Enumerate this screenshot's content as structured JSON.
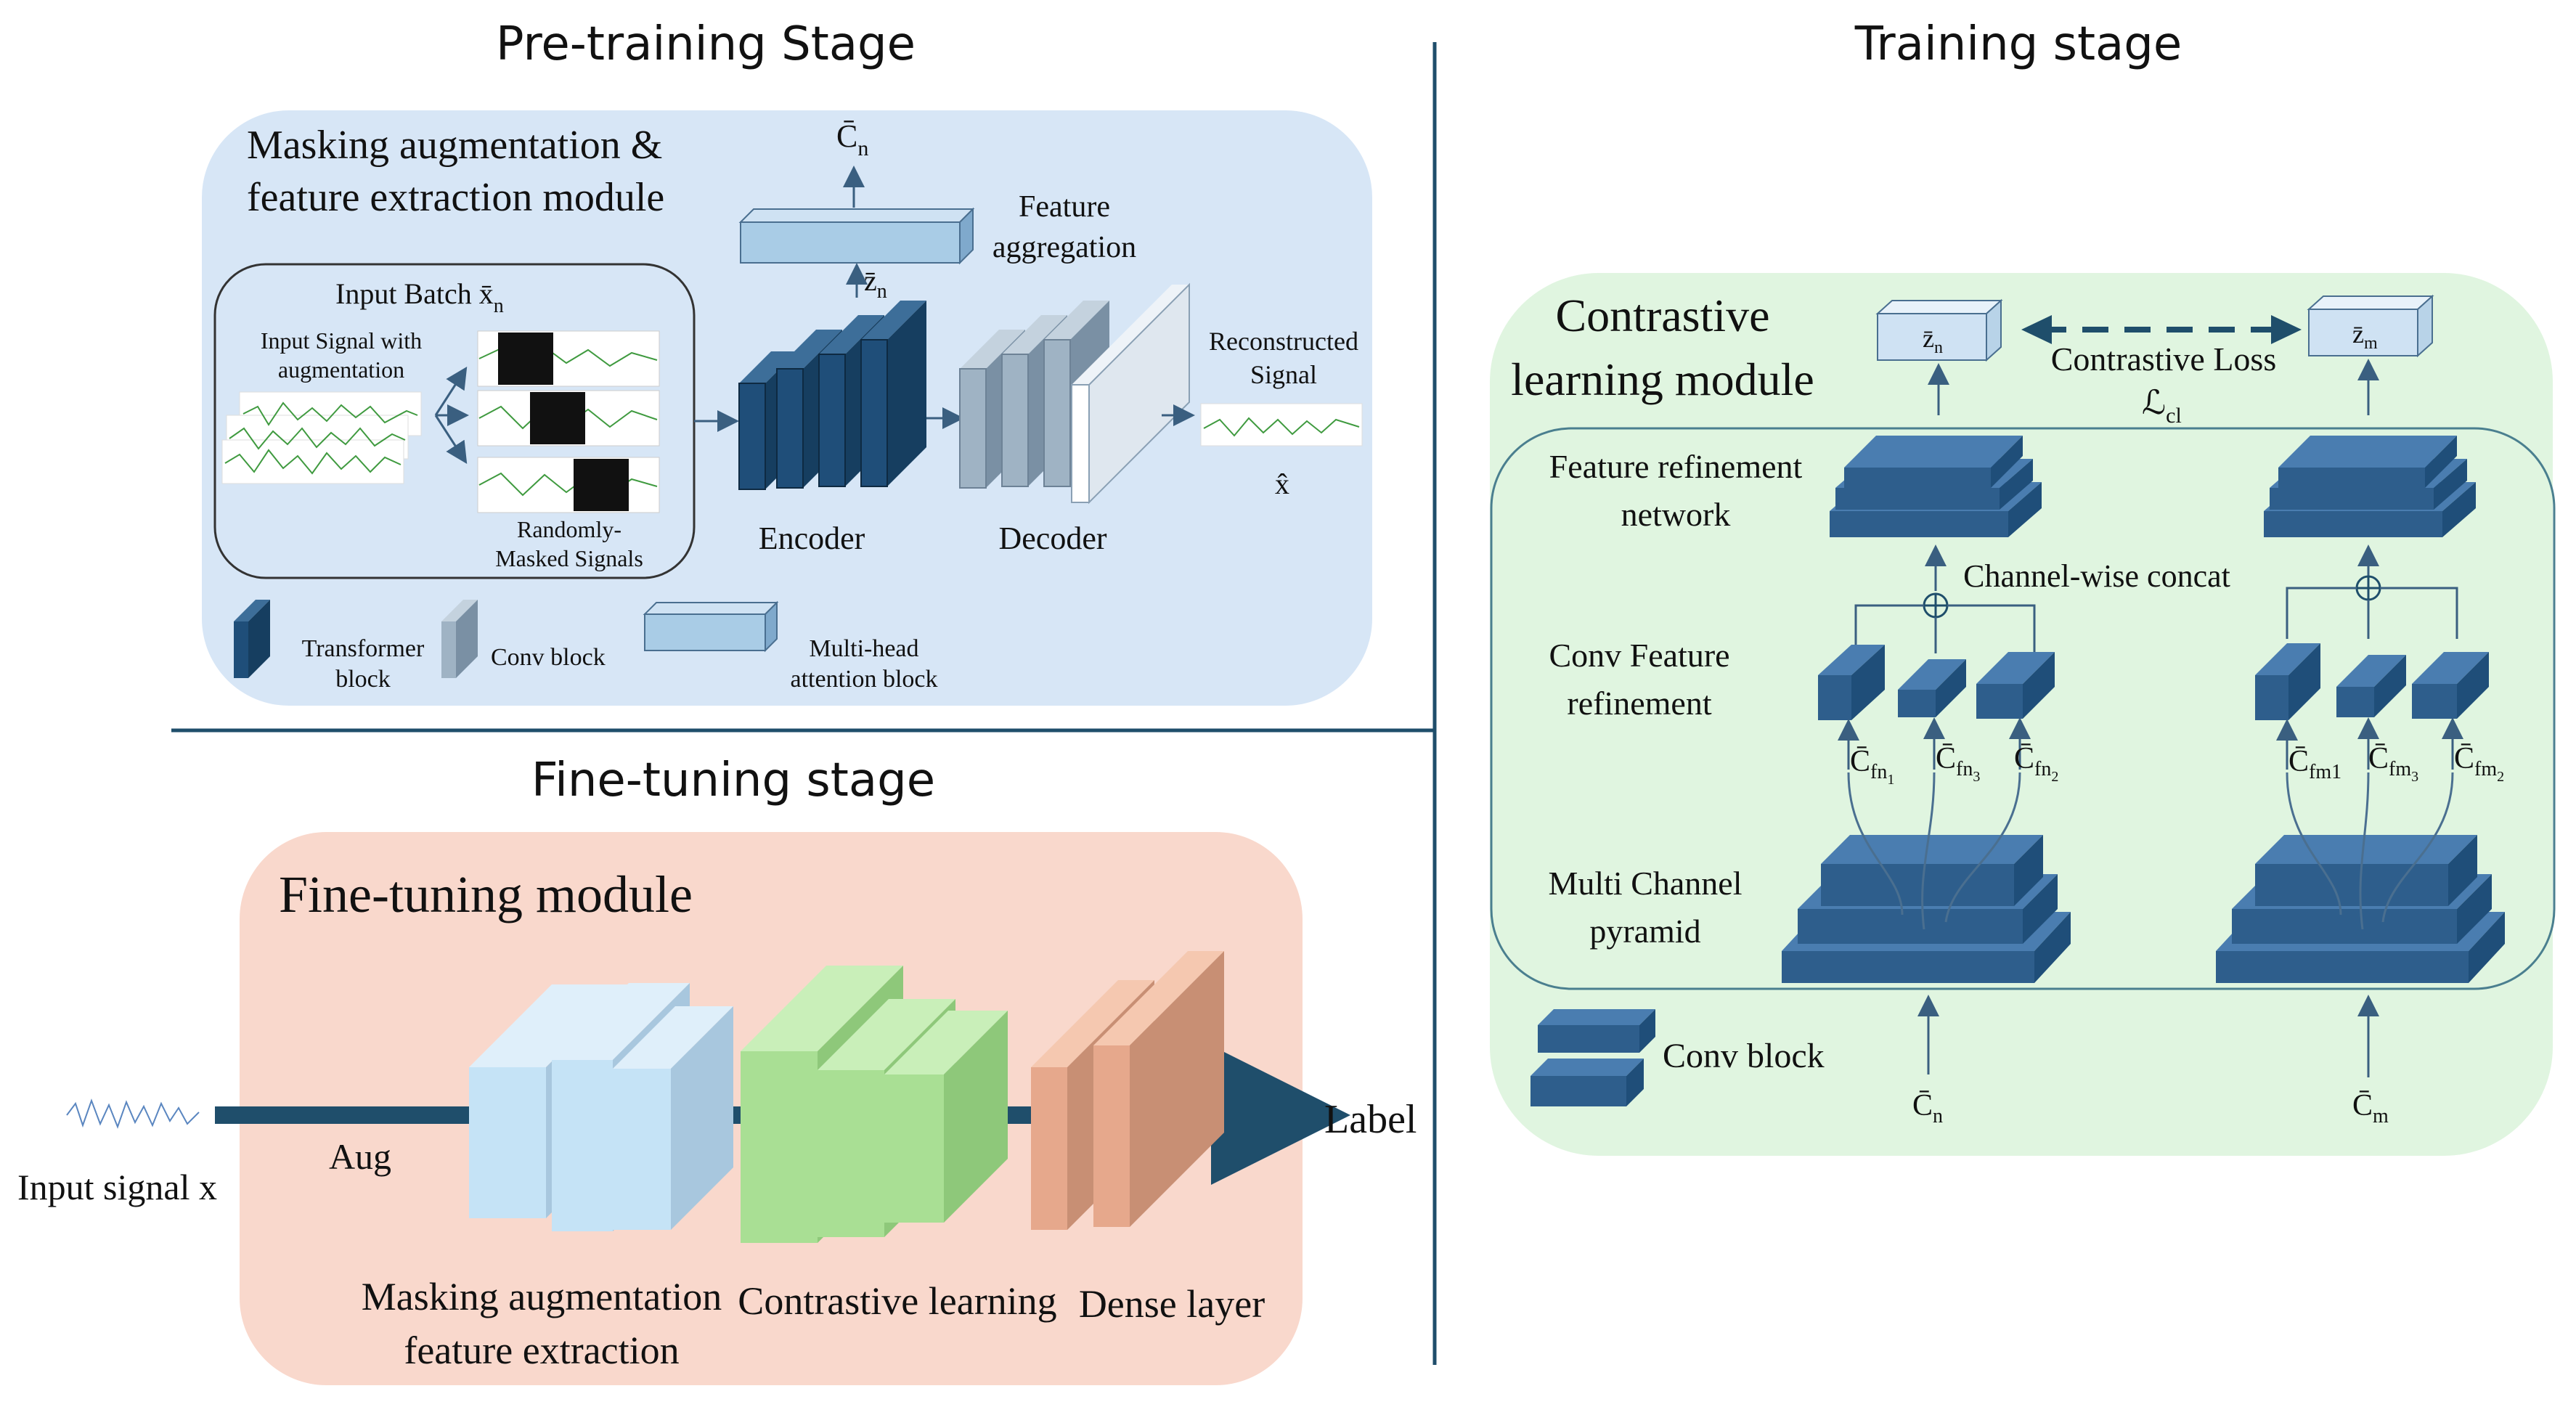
{
  "pretraining": {
    "title": "Pre-training Stage",
    "module_title_line1": "Masking augmentation &",
    "module_title_line2": "feature extraction module",
    "input_batch": "Input Batch x̄",
    "input_batch_sub": "n",
    "input_signal_line1": "Input Signal with",
    "input_signal_line2": "augmentation",
    "randomly_line1": "Randomly-",
    "randomly_line2": "Masked Signals",
    "encoder": "Encoder",
    "decoder": "Decoder",
    "feature_agg_line1": "Feature",
    "feature_agg_line2": "aggregation",
    "c_n": "C̄",
    "c_n_sub": "n",
    "z_n": "z̄",
    "z_n_sub": "n",
    "reconstructed_line1": "Reconstructed",
    "reconstructed_line2": "Signal",
    "x_hat": "x̂",
    "legend_transformer_line1": "Transformer",
    "legend_transformer_line2": "block",
    "legend_conv": "Conv block",
    "legend_mha_line1": "Multi-head",
    "legend_mha_line2": "attention block"
  },
  "finetuning": {
    "title": "Fine-tuning stage",
    "module_title": "Fine-tuning module",
    "input_signal": "Input signal x",
    "aug": "Aug",
    "label": "Label",
    "masking_line1": "Masking augmentation",
    "masking_line2": "feature extraction",
    "contrastive": "Contrastive learning",
    "dense": "Dense layer"
  },
  "training": {
    "title": "Training stage",
    "module_title_line1": "Contrastive",
    "module_title_line2": "learning module",
    "z_n": "z̄",
    "z_n_sub": "n",
    "z_m": "z̄",
    "z_m_sub": "m",
    "contrastive_loss": "Contrastive Loss",
    "loss_symbol": "ℒ",
    "loss_sub": "cl",
    "feature_refinement_line1": "Feature refinement",
    "feature_refinement_line2": "network",
    "channel_wise": "Channel-wise  concat",
    "conv_feature_line1": "Conv Feature",
    "conv_feature_line2": "refinement",
    "multi_channel_line1": "Multi Channel",
    "multi_channel_line2": "pyramid",
    "conv_block": "Conv block",
    "c_bar": "C̄",
    "cfn1_sub": "fn",
    "cfn1_subsub": "1",
    "cfn3_sub": "fn",
    "cfn3_subsub": "3",
    "cfn2_sub": "fn",
    "cfn2_subsub": "2",
    "cfm1_sub": "fm1",
    "cfm3_sub": "fm",
    "cfm3_subsub": "3",
    "cfm2_sub": "fm",
    "cfm2_subsub": "2",
    "c_n_sub": "n",
    "c_m_sub": "m"
  },
  "colors": {
    "pretrain_bg": "#d7e6f6",
    "finetune_bg": "#f9d8cc",
    "training_bg": "#e0f5e0",
    "dark_blue": "#1f4e79",
    "mid_blue": "#2e5e8c",
    "light_blue": "#a9cce6",
    "grey_block": "#8ea4b8",
    "divider": "#1f4e6b"
  }
}
